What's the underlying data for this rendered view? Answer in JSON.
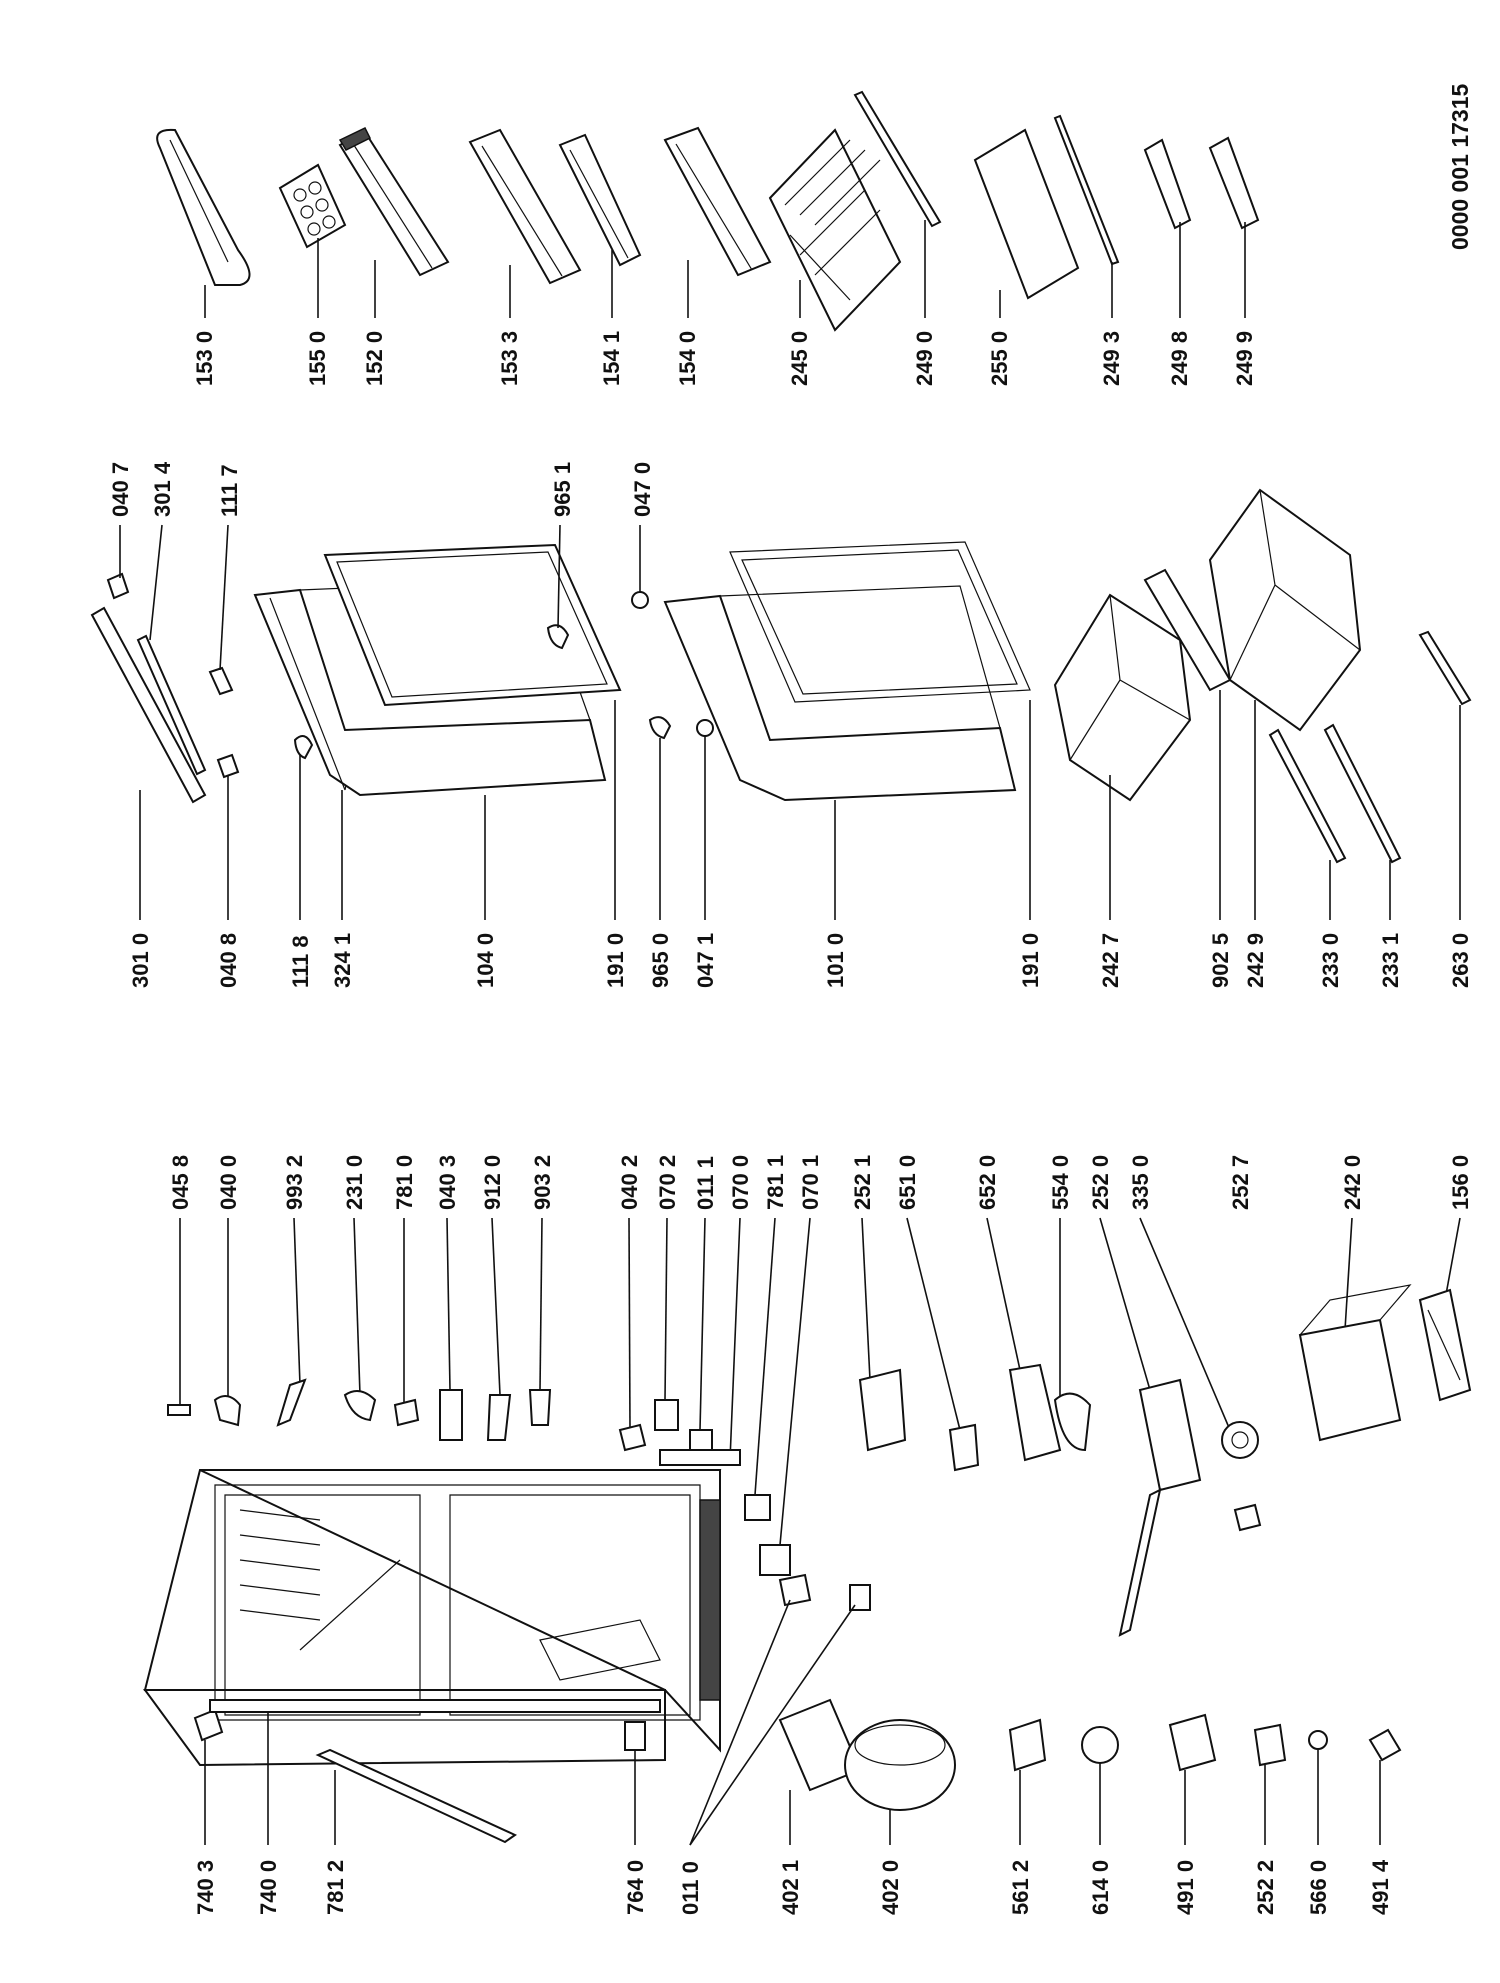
{
  "document": {
    "number": "0000 001 17315"
  },
  "parts": [
    {
      "code": "153 0"
    },
    {
      "code": "155 0"
    },
    {
      "code": "152 0"
    },
    {
      "code": "153 3"
    },
    {
      "code": "154 1"
    },
    {
      "code": "154 0"
    },
    {
      "code": "245 0"
    },
    {
      "code": "249 0"
    },
    {
      "code": "255 0"
    },
    {
      "code": "249 3"
    },
    {
      "code": "249 8"
    },
    {
      "code": "249 9"
    },
    {
      "code": "040 7"
    },
    {
      "code": "301 4"
    },
    {
      "code": "111 7"
    },
    {
      "code": "965 1"
    },
    {
      "code": "047 0"
    },
    {
      "code": "301 0"
    },
    {
      "code": "040 8"
    },
    {
      "code": "111 8"
    },
    {
      "code": "324 1"
    },
    {
      "code": "104 0"
    },
    {
      "code": "191 0"
    },
    {
      "code": "965 0"
    },
    {
      "code": "047 1"
    },
    {
      "code": "101 0"
    },
    {
      "code": "191 0"
    },
    {
      "code": "242 7"
    },
    {
      "code": "902 5"
    },
    {
      "code": "242 9"
    },
    {
      "code": "233 0"
    },
    {
      "code": "233 1"
    },
    {
      "code": "263 0"
    },
    {
      "code": "045 8"
    },
    {
      "code": "040 0"
    },
    {
      "code": "993 2"
    },
    {
      "code": "231 0"
    },
    {
      "code": "781 0"
    },
    {
      "code": "040 3"
    },
    {
      "code": "912 0"
    },
    {
      "code": "903 2"
    },
    {
      "code": "040 2"
    },
    {
      "code": "070 2"
    },
    {
      "code": "011 1"
    },
    {
      "code": "070 0"
    },
    {
      "code": "781 1"
    },
    {
      "code": "070 1"
    },
    {
      "code": "252 1"
    },
    {
      "code": "651 0"
    },
    {
      "code": "652 0"
    },
    {
      "code": "554 0"
    },
    {
      "code": "252 0"
    },
    {
      "code": "335 0"
    },
    {
      "code": "252 7"
    },
    {
      "code": "242 0"
    },
    {
      "code": "156 0"
    },
    {
      "code": "740 3"
    },
    {
      "code": "740 0"
    },
    {
      "code": "781 2"
    },
    {
      "code": "764 0"
    },
    {
      "code": "011 0"
    },
    {
      "code": "402 1"
    },
    {
      "code": "402 0"
    },
    {
      "code": "561 2"
    },
    {
      "code": "614 0"
    },
    {
      "code": "491 0"
    },
    {
      "code": "252 2"
    },
    {
      "code": "566 0"
    },
    {
      "code": "491 4"
    }
  ]
}
